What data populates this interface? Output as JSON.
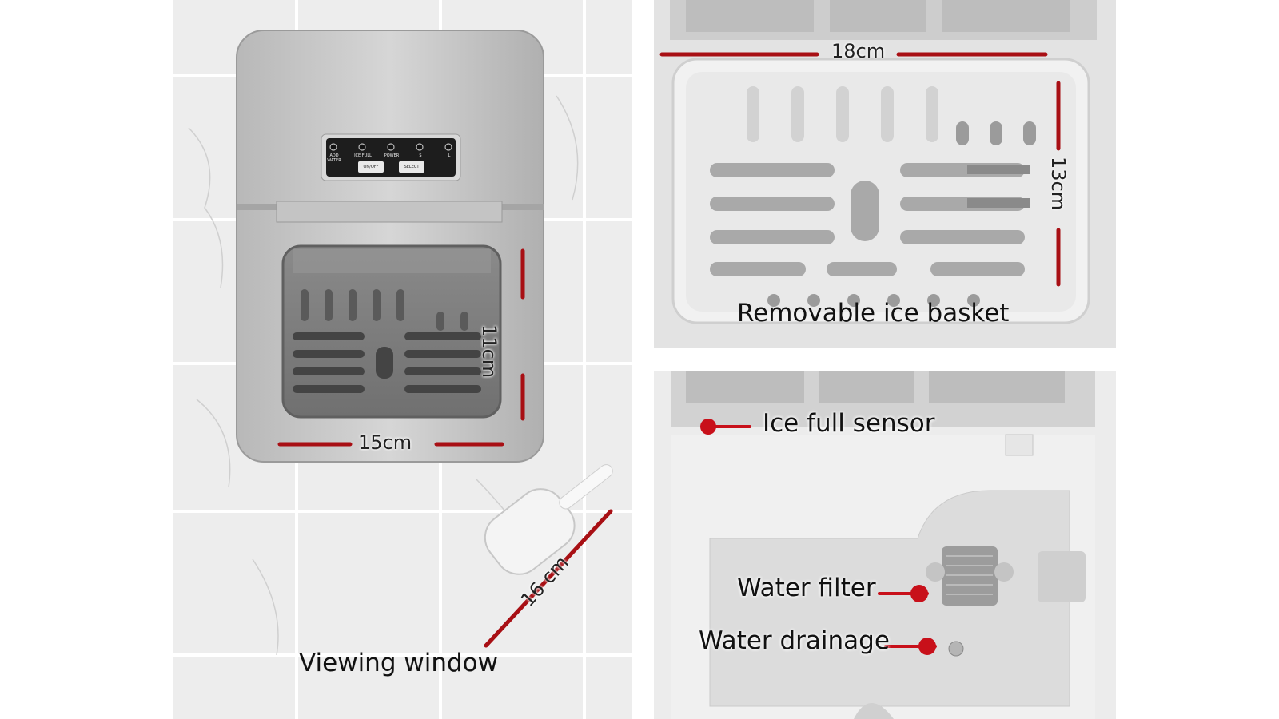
{
  "left_panel": {
    "caption": "Viewing window",
    "width_label": "15cm",
    "height_label": "11cm",
    "scoop_label": "16 cm",
    "control_panel": {
      "indicators": [
        "ADD WATER",
        "ICE FULL",
        "POWER",
        "S",
        "L"
      ],
      "buttons": [
        "ON/OFF",
        "SELECT"
      ]
    }
  },
  "basket_panel": {
    "caption": "Removable ice basket",
    "width_label": "18cm",
    "height_label": "13cm"
  },
  "interior_panel": {
    "callouts": {
      "sensor": "Ice full sensor",
      "filter": "Water filter",
      "drainage": "Water drainage"
    }
  },
  "colors": {
    "dimension_line": "#a80f14",
    "callout_dot": "#c8101a"
  }
}
